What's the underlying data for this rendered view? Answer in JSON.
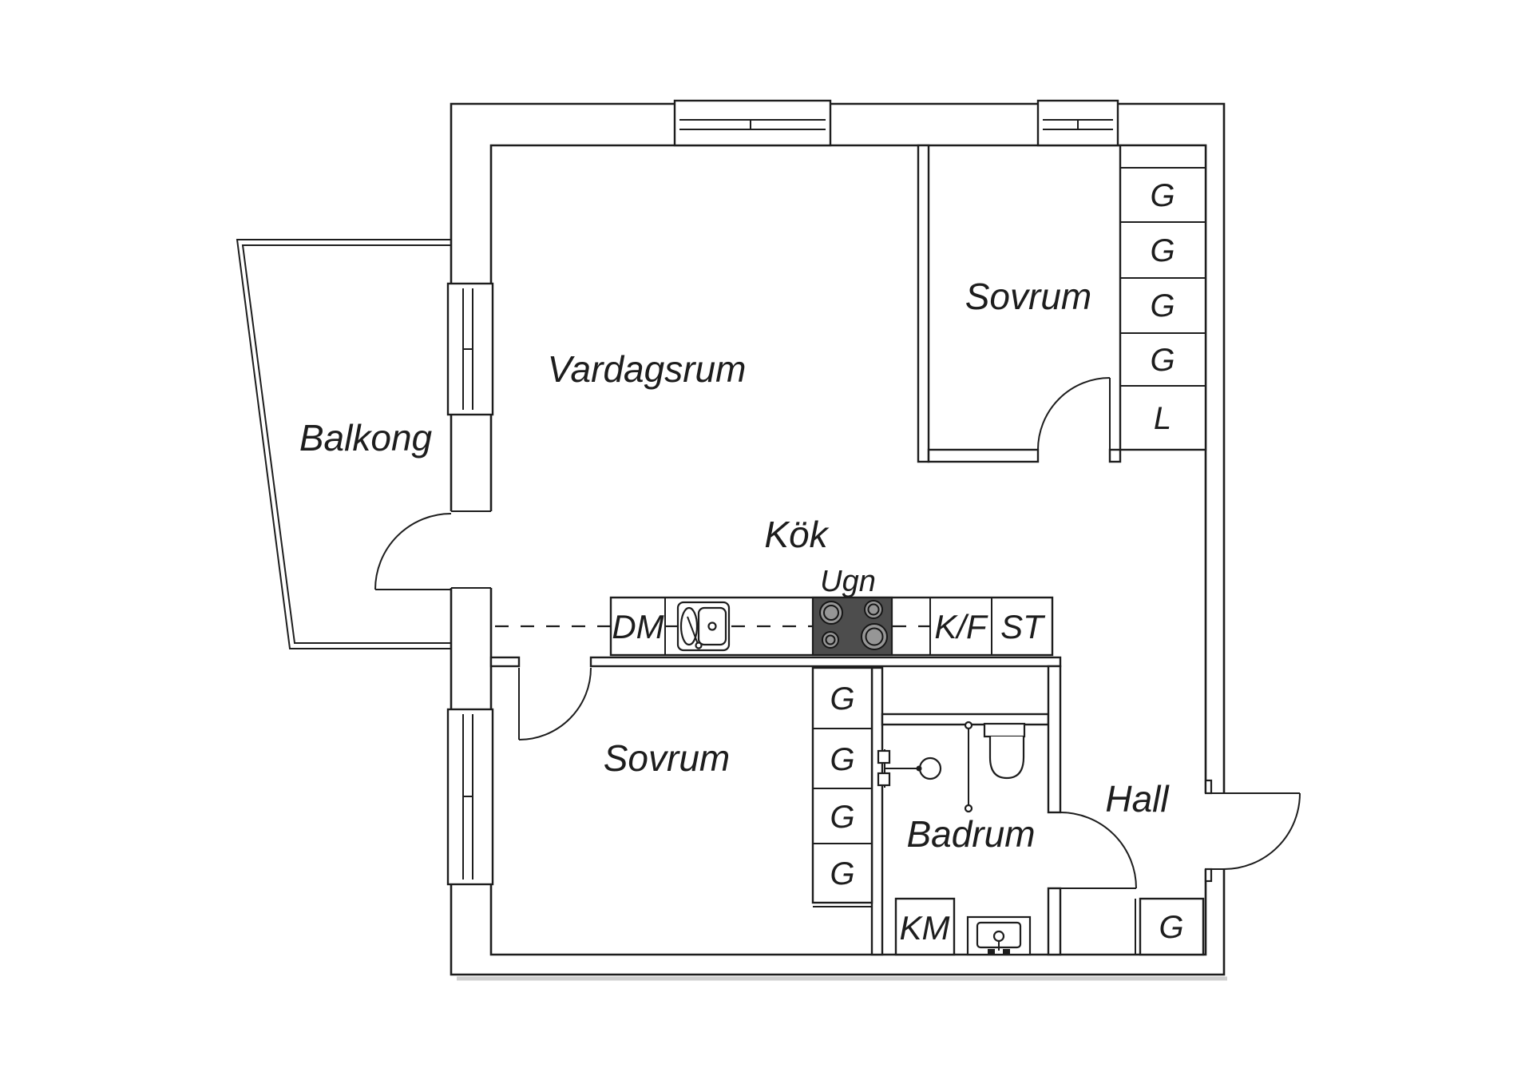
{
  "labels": {
    "living_room": "Vardagsrum",
    "bedroom": "Sovrum",
    "balcony": "Balkong",
    "kitchen": "Kök",
    "bathroom": "Badrum",
    "hall": "Hall",
    "oven": "Ugn",
    "dishwasher": "DM",
    "fridge_freezer": "K/F",
    "tall_cabinet": "ST",
    "washer_dryer": "KM",
    "wardrobe": "G",
    "linen_closet": "L"
  },
  "colors": {
    "line": "#1d1d1d",
    "stove_fill": "#4d4d4d",
    "burner_fill": "#969696",
    "shadow": "#cfcfcf"
  }
}
